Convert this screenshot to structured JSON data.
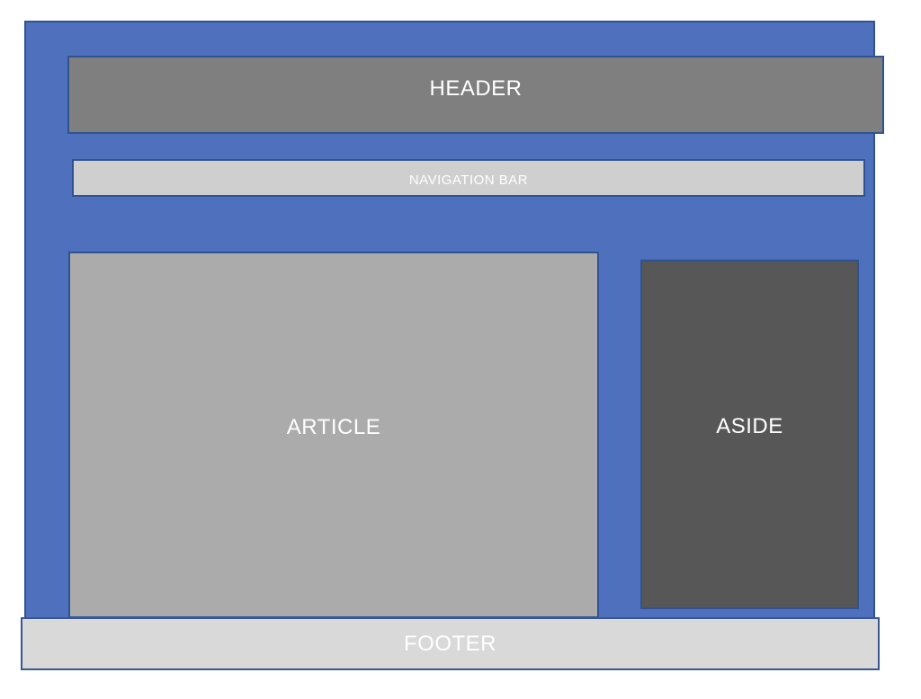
{
  "blocks": {
    "header": {
      "label": "HEADER",
      "fill": "#7F7F7F"
    },
    "navigation": {
      "label": "NAVIGATION BAR",
      "fill": "#CFCFCF"
    },
    "article": {
      "label": "ARTICLE",
      "fill": "#ABABAB"
    },
    "aside": {
      "label": "ASIDE",
      "fill": "#575757"
    },
    "footer": {
      "label": "FOOTER",
      "fill": "#D9D9D9"
    }
  },
  "colors": {
    "page_background": "#FFFFFF",
    "container_fill": "#4E70BD",
    "container_border": "#2F5391",
    "label_text": "#FFFFFF"
  }
}
